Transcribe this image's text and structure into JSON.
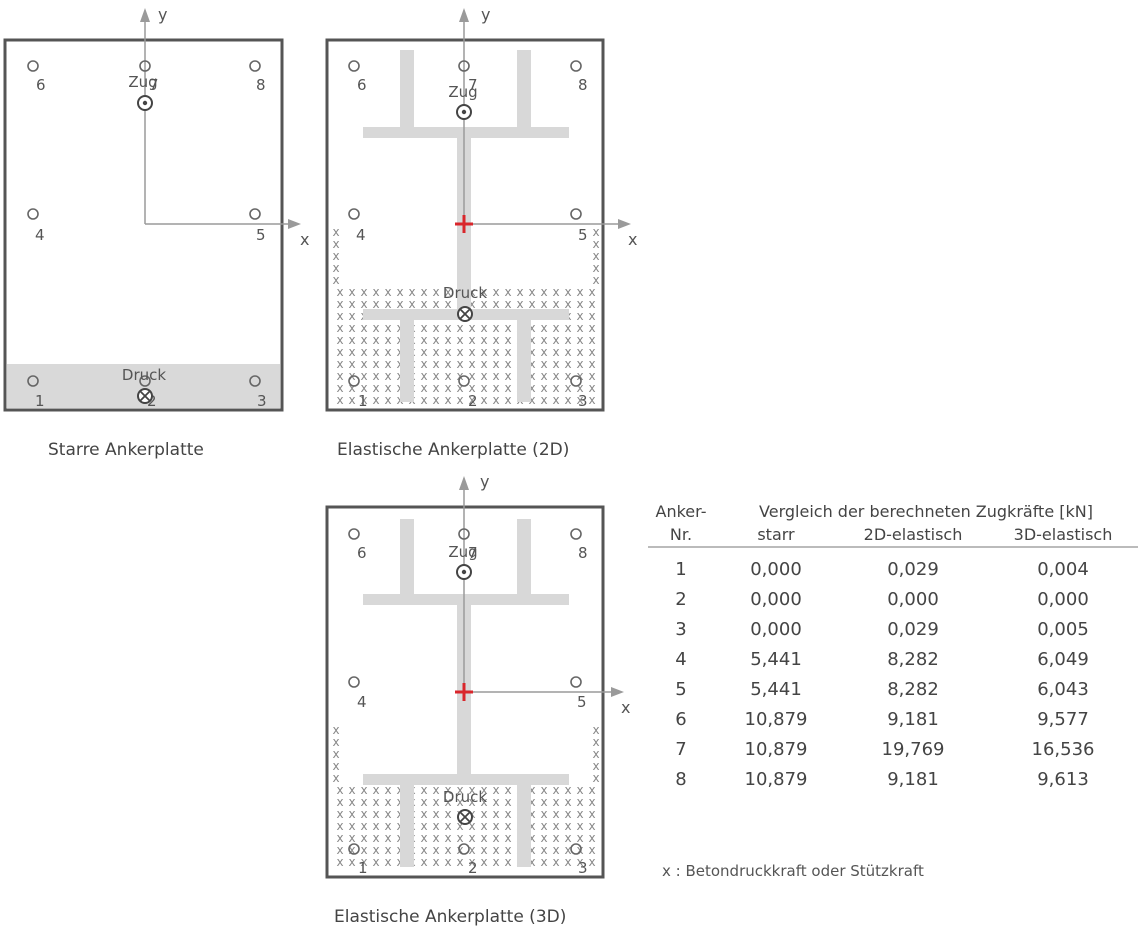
{
  "axes": {
    "x_label": "x",
    "y_label": "y"
  },
  "forces": {
    "tension": "Zug",
    "compression": "Druck"
  },
  "plates": [
    {
      "caption": "Starre Ankerplatte",
      "anchor_labels": [
        "1",
        "2",
        "3",
        "4",
        "5",
        "6",
        "7",
        "8"
      ]
    },
    {
      "caption": "Elastische Ankerplatte (2D)",
      "anchor_labels": [
        "1",
        "2",
        "3",
        "4",
        "5",
        "6",
        "7",
        "8"
      ]
    },
    {
      "caption": "Elastische Ankerplatte (3D)",
      "anchor_labels": [
        "1",
        "2",
        "3",
        "4",
        "5",
        "6",
        "7",
        "8"
      ]
    }
  ],
  "table": {
    "col0_header": [
      "Anker-",
      "Nr."
    ],
    "group_header": "Vergleich der berechneten Zugkräfte [kN]",
    "columns": [
      "starr",
      "2D-elastisch",
      "3D-elastisch"
    ],
    "rows": [
      [
        "1",
        "0,000",
        "0,029",
        "0,004"
      ],
      [
        "2",
        "0,000",
        "0,000",
        "0,000"
      ],
      [
        "3",
        "0,000",
        "0,029",
        "0,005"
      ],
      [
        "4",
        "5,441",
        "8,282",
        "6,049"
      ],
      [
        "5",
        "5,441",
        "8,282",
        "6,043"
      ],
      [
        "6",
        "10,879",
        "9,181",
        "9,577"
      ],
      [
        "7",
        "10,879",
        "19,769",
        "16,536"
      ],
      [
        "8",
        "10,879",
        "9,181",
        "9,613"
      ]
    ]
  },
  "legend": {
    "marker": "x",
    "text": "x : Betondruckkraft oder Stützkraft"
  },
  "colors": {
    "plate_border": "#555555",
    "profile": "#d8d8d8",
    "pressure_zone": "#d9d9d9",
    "centroid_marker": "#d9262b",
    "pressure_marks": "#888888"
  }
}
